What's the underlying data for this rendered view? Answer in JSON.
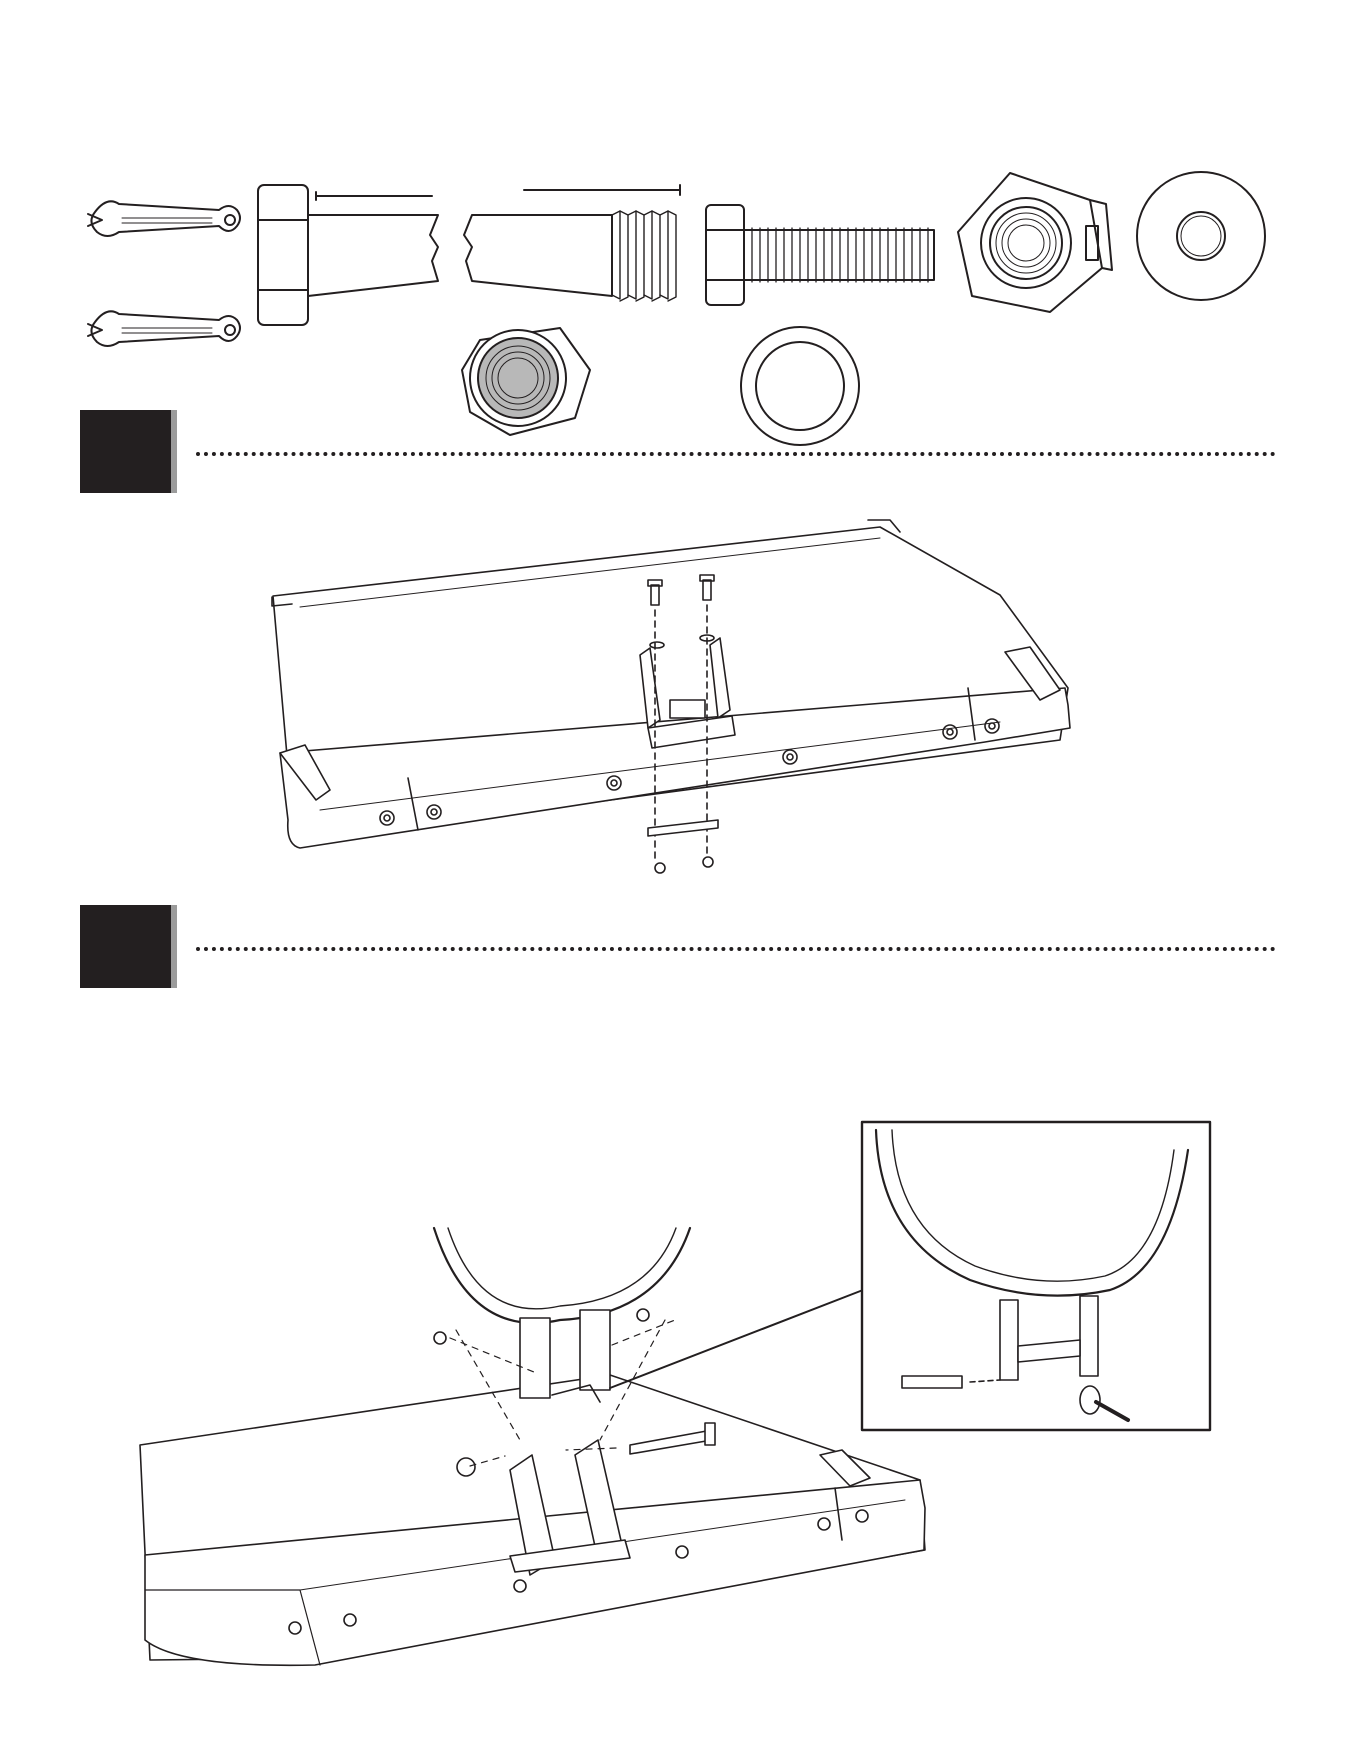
{
  "page": {
    "footer_text": ""
  },
  "hardware": [
    {
      "name": "wrench",
      "count": 2
    },
    {
      "name": "long-bolt"
    },
    {
      "name": "short-bolt"
    },
    {
      "name": "large-nut"
    },
    {
      "name": "large-washer"
    },
    {
      "name": "lock-nut"
    },
    {
      "name": "small-washer"
    }
  ],
  "steps": [
    {
      "id": 1,
      "number_label": ""
    },
    {
      "id": 2,
      "number_label": ""
    }
  ],
  "colors": {
    "ink": "#231f20",
    "shadow": "#9b9b9b",
    "nut_fill": "#b8b8b8"
  }
}
